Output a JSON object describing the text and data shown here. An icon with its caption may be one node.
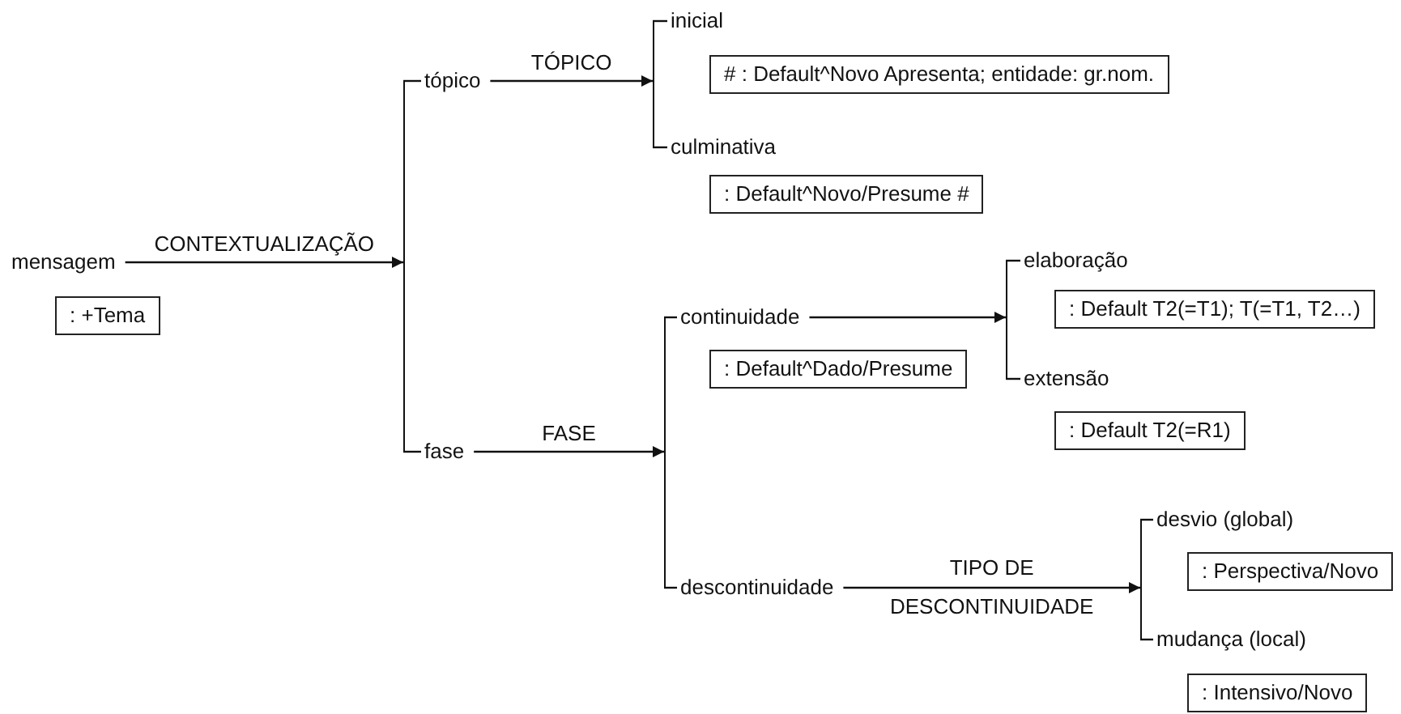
{
  "diagram": {
    "nodes": [
      {
        "text": [
          "mensagem"
        ]
      },
      {
        "text": [
          ": +Tema"
        ]
      },
      {
        "text": [],
        "shape": "bar"
      },
      {
        "text": [
          "tópico"
        ]
      },
      {
        "text": [
          "fase"
        ]
      },
      {
        "text": [],
        "shape": "bar"
      },
      {
        "text": [
          "inicial"
        ]
      },
      {
        "text": [
          "# : Default^Novo Apresenta; entidade: gr.nom."
        ]
      },
      {
        "text": [
          "culminativa"
        ]
      },
      {
        "text": [
          ": Default^Novo/Presume #"
        ]
      },
      {
        "text": [],
        "shape": "bar"
      },
      {
        "text": [
          "continuidade"
        ]
      },
      {
        "text": [
          ": Default^Dado/Presume"
        ]
      },
      {
        "text": [
          "descontinuidade"
        ]
      },
      {
        "text": [],
        "shape": "bar"
      },
      {
        "text": [
          "elaboração"
        ]
      },
      {
        "text": [
          ": Default T2(=T1); T(=T1, T2…)"
        ]
      },
      {
        "text": [
          "extensão"
        ]
      },
      {
        "text": [
          ": Default T2(=R1)"
        ]
      },
      {
        "text": [],
        "shape": "bar"
      },
      {
        "text": [
          "desvio (global)"
        ]
      },
      {
        "text": [
          ": Perspectiva/Novo"
        ]
      },
      {
        "text": [
          "mudança (local)"
        ]
      },
      {
        "text": [
          ": Intensivo/Novo"
        ]
      }
    ],
    "edges": [
      {
        "from": 0,
        "to": 2,
        "arrow": "to",
        "label": "CONTEXTUALIZAÇÃO"
      },
      {
        "from": 2,
        "to": 3,
        "arrow": "none"
      },
      {
        "from": 2,
        "to": 4,
        "arrow": "none"
      },
      {
        "from": 3,
        "to": 5,
        "arrow": "to",
        "label": "TÓPICO"
      },
      {
        "from": 5,
        "to": 6,
        "arrow": "none"
      },
      {
        "from": 5,
        "to": 8,
        "arrow": "none"
      },
      {
        "from": 4,
        "to": 10,
        "arrow": "to",
        "label": "FASE"
      },
      {
        "from": 10,
        "to": 11,
        "arrow": "none"
      },
      {
        "from": 10,
        "to": 13,
        "arrow": "none"
      },
      {
        "from": 11,
        "to": 14,
        "arrow": "to"
      },
      {
        "from": 14,
        "to": 15,
        "arrow": "none"
      },
      {
        "from": 14,
        "to": 17,
        "arrow": "none"
      },
      {
        "from": 13,
        "to": 19,
        "arrow": "to",
        "label": "TIPO DE DESCONTINUIDADE"
      },
      {
        "from": 19,
        "to": 20,
        "arrow": "none"
      },
      {
        "from": 19,
        "to": 22,
        "arrow": "none"
      }
    ]
  }
}
